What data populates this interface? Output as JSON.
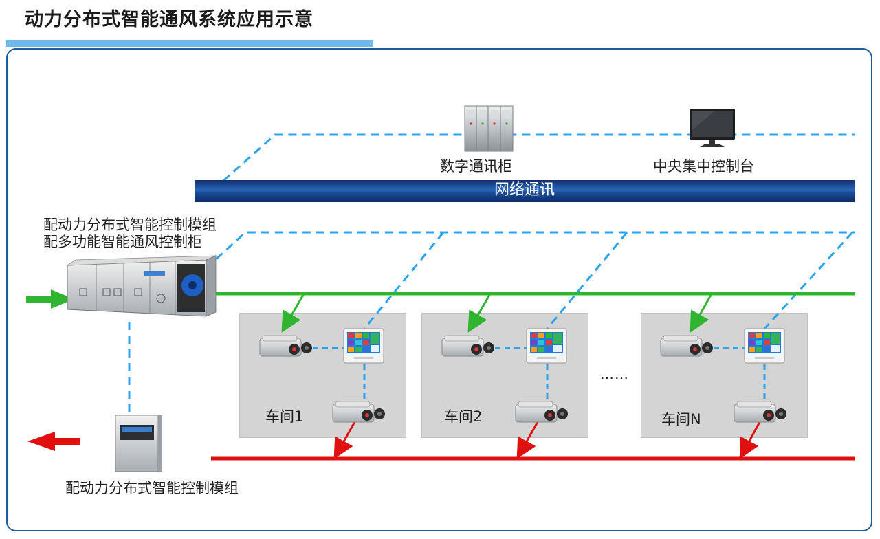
{
  "title": "动力分布式智能通风系统应用示意",
  "network": {
    "label": "网络通讯"
  },
  "devices": {
    "digital_cabinet": "数字通讯柜",
    "central_console": "中央集中控制台",
    "main_unit_label_line1": "配动力分布式智能控制模组",
    "main_unit_label_line2": "配多功能智能通风控制柜",
    "exhaust_module_label": "配动力分布式智能控制模组"
  },
  "rooms": [
    {
      "label": "车间1"
    },
    {
      "label": "车间2"
    },
    {
      "label": "车间N"
    }
  ],
  "ellipsis": "……",
  "colors": {
    "fresh_air_line": "#2fb52f",
    "exhaust_line": "#e01010",
    "signal_line": "#2aa3f0",
    "network_bar": "#1a4a92",
    "frame_border": "#1f5c9e",
    "title_accent": "#6fb8e8"
  }
}
